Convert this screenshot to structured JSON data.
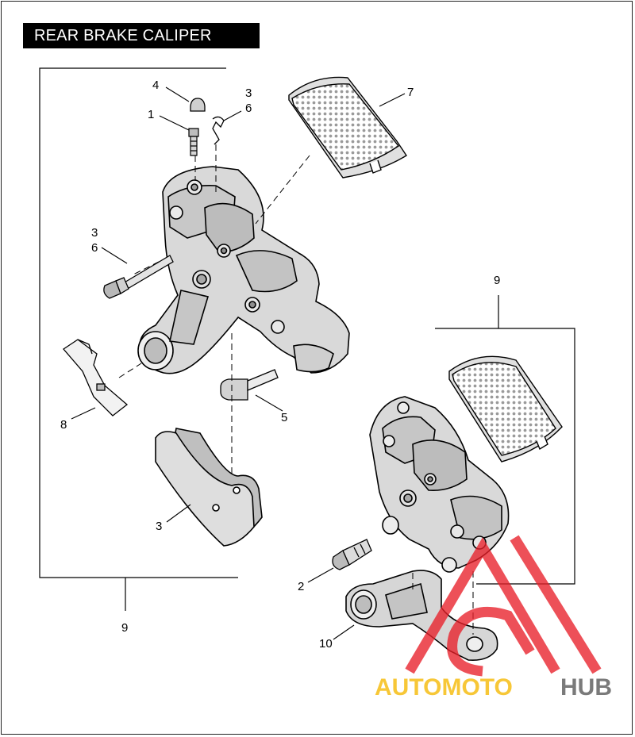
{
  "title": "REAR BRAKE CALIPER",
  "callouts": {
    "c4": "4",
    "c1": "1",
    "c3a": "3",
    "c6a": "6",
    "c7": "7",
    "c3b": "3",
    "c6b": "6",
    "c9a": "9",
    "c8": "8",
    "c5": "5",
    "c3c": "3",
    "c2": "2",
    "c9b": "9",
    "c10": "10"
  },
  "watermark": {
    "part1": "AUTOMOTO",
    "part2": "HUB",
    "color_primary": "#f5b800",
    "color_secondary": "#555555",
    "logo_color": "#e8202a"
  }
}
